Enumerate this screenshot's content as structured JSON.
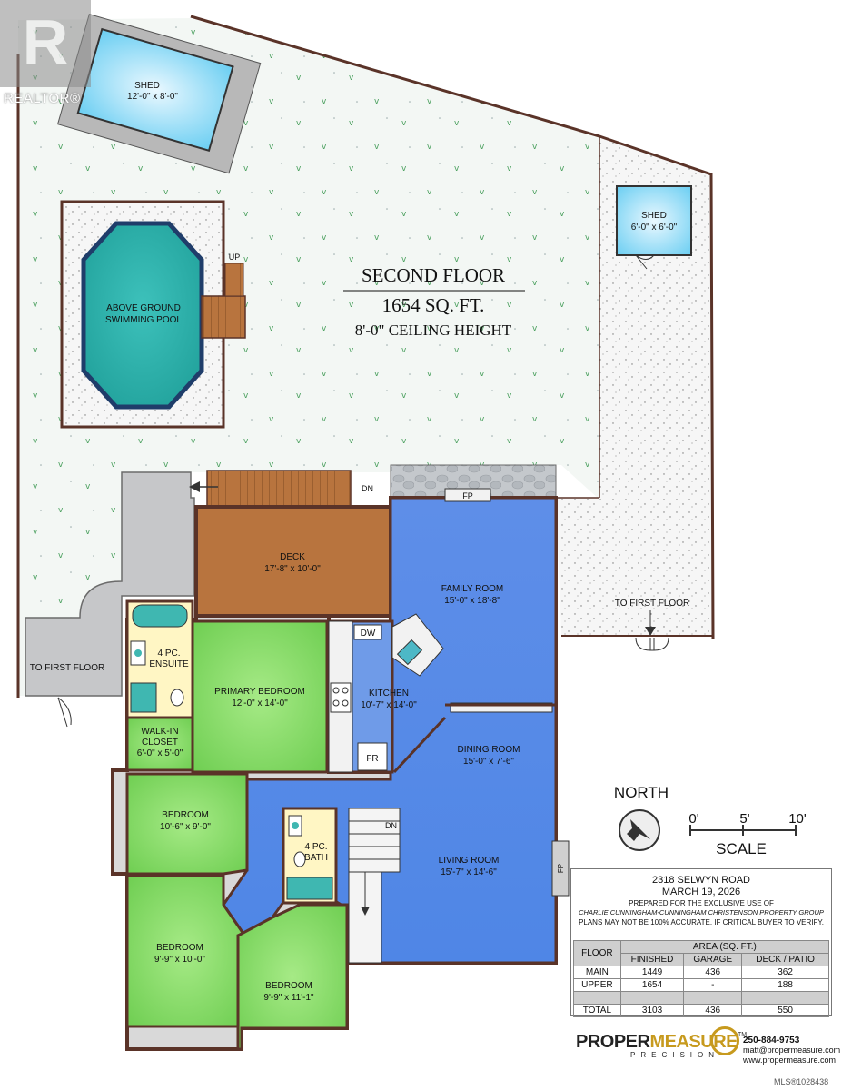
{
  "title": {
    "floor": "SECOND FLOOR",
    "area": "1654 SQ. FT.",
    "ceiling": "8'-0\" CEILING HEIGHT"
  },
  "rooms": {
    "shed1": {
      "name": "SHED",
      "dim": "12'-0\" x 8'-0\""
    },
    "shed2": {
      "name": "SHED",
      "dim": "6'-0\" x 6'-0\""
    },
    "pool": {
      "line1": "ABOVE GROUND",
      "line2": "SWIMMING POOL"
    },
    "deck": {
      "name": "DECK",
      "dim": "17'-8\" x 10'-0\""
    },
    "family": {
      "name": "FAMILY ROOM",
      "dim": "15'-0\" x 18'-8\""
    },
    "kitchen": {
      "name": "KITCHEN",
      "dim": "10'-7\" x 14'-0\""
    },
    "dining": {
      "name": "DINING ROOM",
      "dim": "15'-0\" x 7'-6\""
    },
    "living": {
      "name": "LIVING ROOM",
      "dim": "15'-7\" x 14'-6\""
    },
    "primary": {
      "name": "PRIMARY BEDROOM",
      "dim": "12'-0\" x 14'-0\""
    },
    "ensuite": {
      "line1": "4 PC.",
      "line2": "ENSUITE"
    },
    "closet": {
      "line1": "WALK-IN",
      "line2": "CLOSET",
      "dim": "6'-0\" x 5'-0\""
    },
    "bed1": {
      "name": "BEDROOM",
      "dim": "10'-6\" x 9'-0\""
    },
    "bed2": {
      "name": "BEDROOM",
      "dim": "9'-9\" x 10'-0\""
    },
    "bed3": {
      "name": "BEDROOM",
      "dim": "9'-9\" x 11'-1\""
    },
    "bath": {
      "line1": "4 PC.",
      "line2": "BATH"
    }
  },
  "labels": {
    "up": "UP",
    "dn": "DN",
    "dn2": "DN",
    "fp": "FP",
    "fp2": "FP",
    "dw": "DW",
    "fr": "FR",
    "to_first_left": "TO FIRST FLOOR",
    "to_first_right": "TO FIRST FLOOR"
  },
  "compass": {
    "north": "NORTH",
    "scale": "SCALE",
    "ticks": [
      "0'",
      "5'",
      "10'"
    ]
  },
  "info": {
    "address": "2318 SELWYN ROAD",
    "date": "MARCH 19, 2026",
    "prepared": "PREPARED FOR THE EXCLUSIVE USE OF",
    "client": "CHARLIE CUNNINGHAM-CUNNINGHAM CHRISTENSON PROPERTY GROUP",
    "disclaimer": "PLANS MAY NOT BE 100% ACCURATE. IF CRITICAL BUYER TO VERIFY."
  },
  "area_table": {
    "floor_header": "FLOOR",
    "group_header": "AREA (SQ. FT.)",
    "columns": [
      "FINISHED",
      "GARAGE",
      "DECK / PATIO"
    ],
    "rows": [
      {
        "floor": "MAIN",
        "finished": "1449",
        "garage": "436",
        "deck": "362"
      },
      {
        "floor": "UPPER",
        "finished": "1654",
        "garage": "-",
        "deck": "188"
      }
    ],
    "total": {
      "floor": "TOTAL",
      "finished": "3103",
      "garage": "436",
      "deck": "550"
    }
  },
  "branding": {
    "logo_a": "PROPER",
    "logo_b": "MEASURE",
    "tm": "TM",
    "sub": "PRECISION",
    "phone": "250-884-9753",
    "email": "matt@propermeasure.com",
    "web": "www.propermeasure.com",
    "mls": "MLS®1028438",
    "realtor": "REALTOR®"
  },
  "colors": {
    "lawn": "#e2efe7",
    "wall": "#5a3328",
    "blue_room": "#5d8fe6",
    "green_room": "#86d86a",
    "deck": "#b8743e",
    "pool": "#2fb3ae",
    "paver": "#c9c9c9"
  }
}
